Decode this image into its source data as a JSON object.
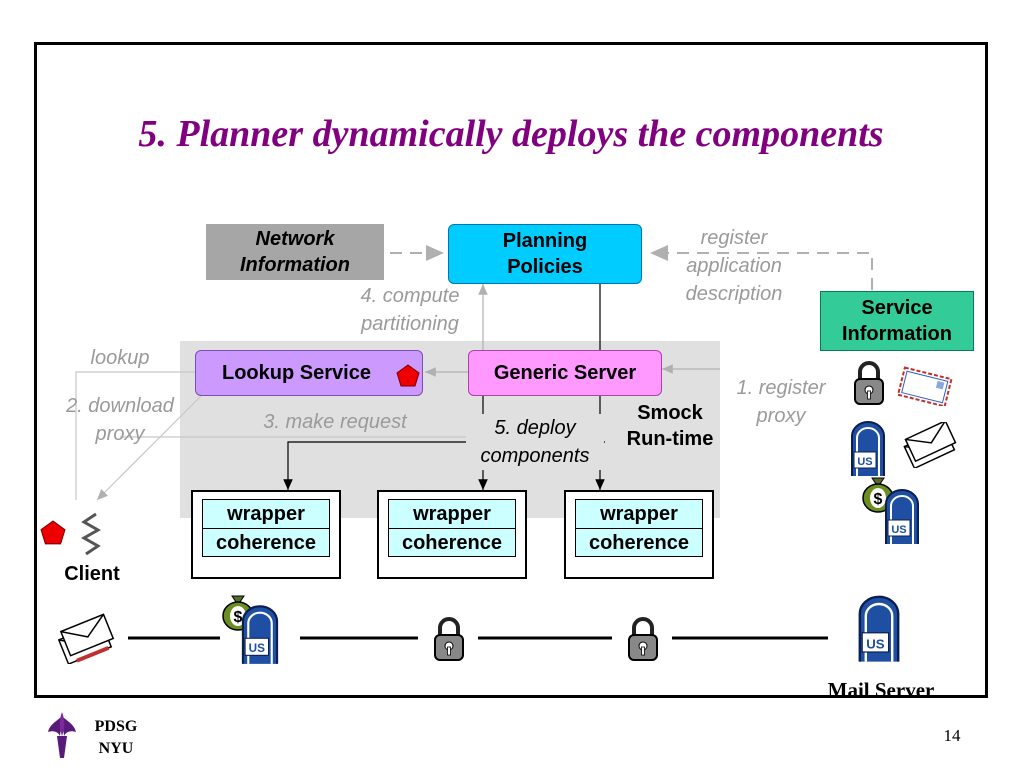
{
  "title": "5. Planner dynamically deploys the components",
  "boxes": {
    "network_information": "Network Information",
    "planning_policies": "Planning Policies",
    "service_information": "Service Information",
    "lookup_service": "Lookup Service",
    "generic_server": "Generic Server",
    "smock_runtime": "Smock Run-time"
  },
  "wrappers": [
    {
      "top": "wrapper",
      "bottom": "coherence"
    },
    {
      "top": "wrapper",
      "bottom": "coherence"
    },
    {
      "top": "wrapper",
      "bottom": "coherence"
    }
  ],
  "labels": {
    "register_app": "register application description",
    "compute": "4. compute partitioning",
    "lookup": "lookup",
    "download": "2. download proxy",
    "make_request": "3. make request",
    "deploy": "5. deploy components",
    "register_proxy": "1. register proxy",
    "client": "Client",
    "mail_server": "Mail Server"
  },
  "icons": {
    "us_text": "US",
    "money_symbol": "$"
  },
  "footer": {
    "org_line1": "PDSG",
    "org_line2": "NYU",
    "page_number": "14"
  },
  "colors": {
    "title": "#800080",
    "network_box": "#a6a6a6",
    "planning_box": "#00ccff",
    "service_box": "#33cc99",
    "lookup_box": "#cc99ff",
    "generic_box": "#ff99ff",
    "runtime_area": "#e0e0e0",
    "wrapper_fill": "#ccffff",
    "mailbox_blue": "#1f4fa3"
  }
}
